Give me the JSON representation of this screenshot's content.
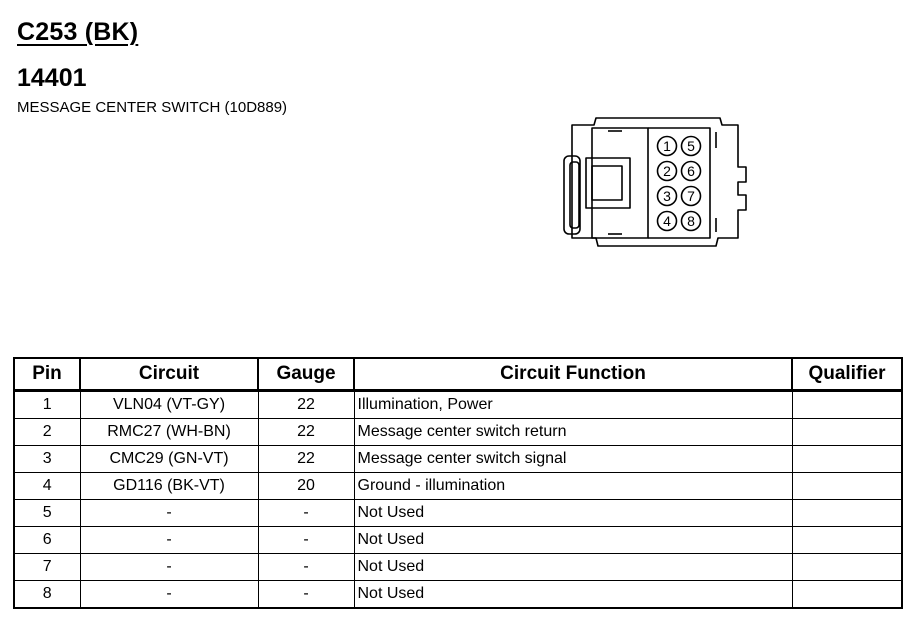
{
  "connector": {
    "id": "C253 (BK)",
    "part_number": "14401",
    "description": "MESSAGE CENTER SWITCH (10D889)",
    "cavity_labels": [
      "1",
      "5",
      "2",
      "6",
      "3",
      "7",
      "4",
      "8"
    ]
  },
  "table": {
    "headers": {
      "pin": "Pin",
      "circuit": "Circuit",
      "gauge": "Gauge",
      "function": "Circuit Function",
      "qualifier": "Qualifier"
    },
    "rows": [
      {
        "pin": "1",
        "circuit": "VLN04 (VT-GY)",
        "gauge": "22",
        "function": "Illumination, Power",
        "qualifier": ""
      },
      {
        "pin": "2",
        "circuit": "RMC27 (WH-BN)",
        "gauge": "22",
        "function": "Message center switch return",
        "qualifier": ""
      },
      {
        "pin": "3",
        "circuit": "CMC29 (GN-VT)",
        "gauge": "22",
        "function": "Message center switch signal",
        "qualifier": ""
      },
      {
        "pin": "4",
        "circuit": "GD116 (BK-VT)",
        "gauge": "20",
        "function": "Ground - illumination",
        "qualifier": ""
      },
      {
        "pin": "5",
        "circuit": "-",
        "gauge": "-",
        "function": "Not Used",
        "qualifier": ""
      },
      {
        "pin": "6",
        "circuit": "-",
        "gauge": "-",
        "function": "Not Used",
        "qualifier": ""
      },
      {
        "pin": "7",
        "circuit": "-",
        "gauge": "-",
        "function": "Not Used",
        "qualifier": ""
      },
      {
        "pin": "8",
        "circuit": "-",
        "gauge": "-",
        "function": "Not Used",
        "qualifier": ""
      }
    ]
  }
}
